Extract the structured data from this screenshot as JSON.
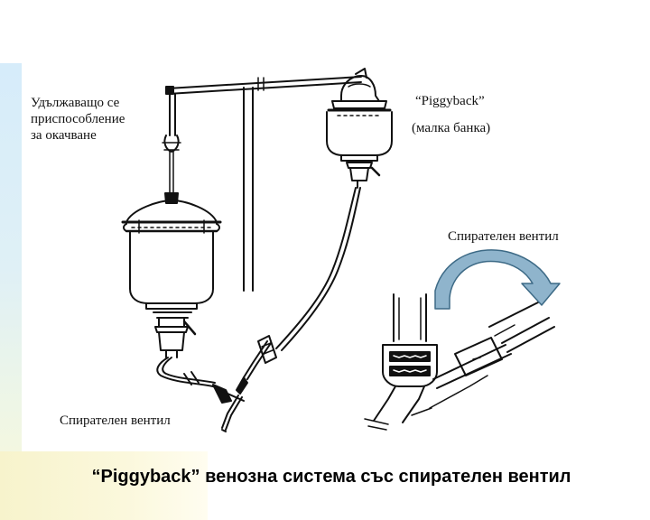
{
  "labels": {
    "hanger_line1": "Удължаващо се",
    "hanger_line2": "приспособление",
    "hanger_line3": "за окачване",
    "piggyback": "“Piggyback”",
    "small_bottle": "(малка банка)",
    "valve_top": "Спирателен вентил",
    "valve_bottom": "Спирателен вентил"
  },
  "caption": "“Piggyback” венозна система със спирателен вентил",
  "colors": {
    "arrow_fill": "#8fb4cc",
    "arrow_outline": "#3d6a86",
    "side_band": "#d6ecfa",
    "bottom_band": "#f7f3cc"
  }
}
